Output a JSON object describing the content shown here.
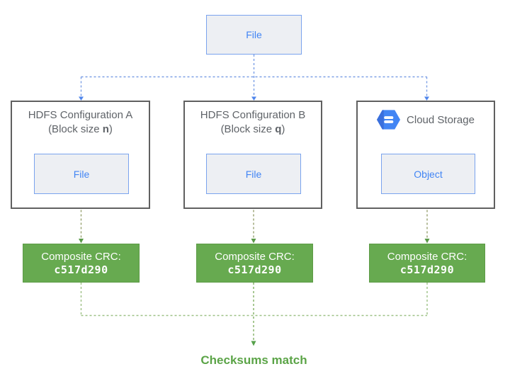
{
  "diagram": {
    "source": {
      "label": "File"
    },
    "columns": [
      {
        "title_line1": "HDFS Configuration A",
        "block_size_prefix": "(Block size ",
        "block_size_var": "n",
        "block_size_suffix": ")",
        "item_label": "File",
        "crc_title": "Composite CRC:",
        "crc_value": "c517d290"
      },
      {
        "title_line1": "HDFS Configuration B",
        "block_size_prefix": "(Block size ",
        "block_size_var": "q",
        "block_size_suffix": ")",
        "item_label": "File",
        "crc_title": "Composite CRC:",
        "crc_value": "c517d290"
      },
      {
        "title": "Cloud Storage",
        "icon": "cloud-storage-icon",
        "item_label": "Object",
        "crc_title": "Composite CRC:",
        "crc_value": "c517d290"
      }
    ],
    "footer": {
      "label": "Checksums match"
    },
    "colors": {
      "accent_blue": "#4285f4",
      "connector_blue": "#7c9fe6",
      "box_border_gray": "#606060",
      "title_gray": "#5f6368",
      "crc_green": "#67aa50",
      "connector_olive": "#96a06e",
      "connector_light_green": "#9dc185",
      "footer_green": "#5ba447"
    }
  }
}
